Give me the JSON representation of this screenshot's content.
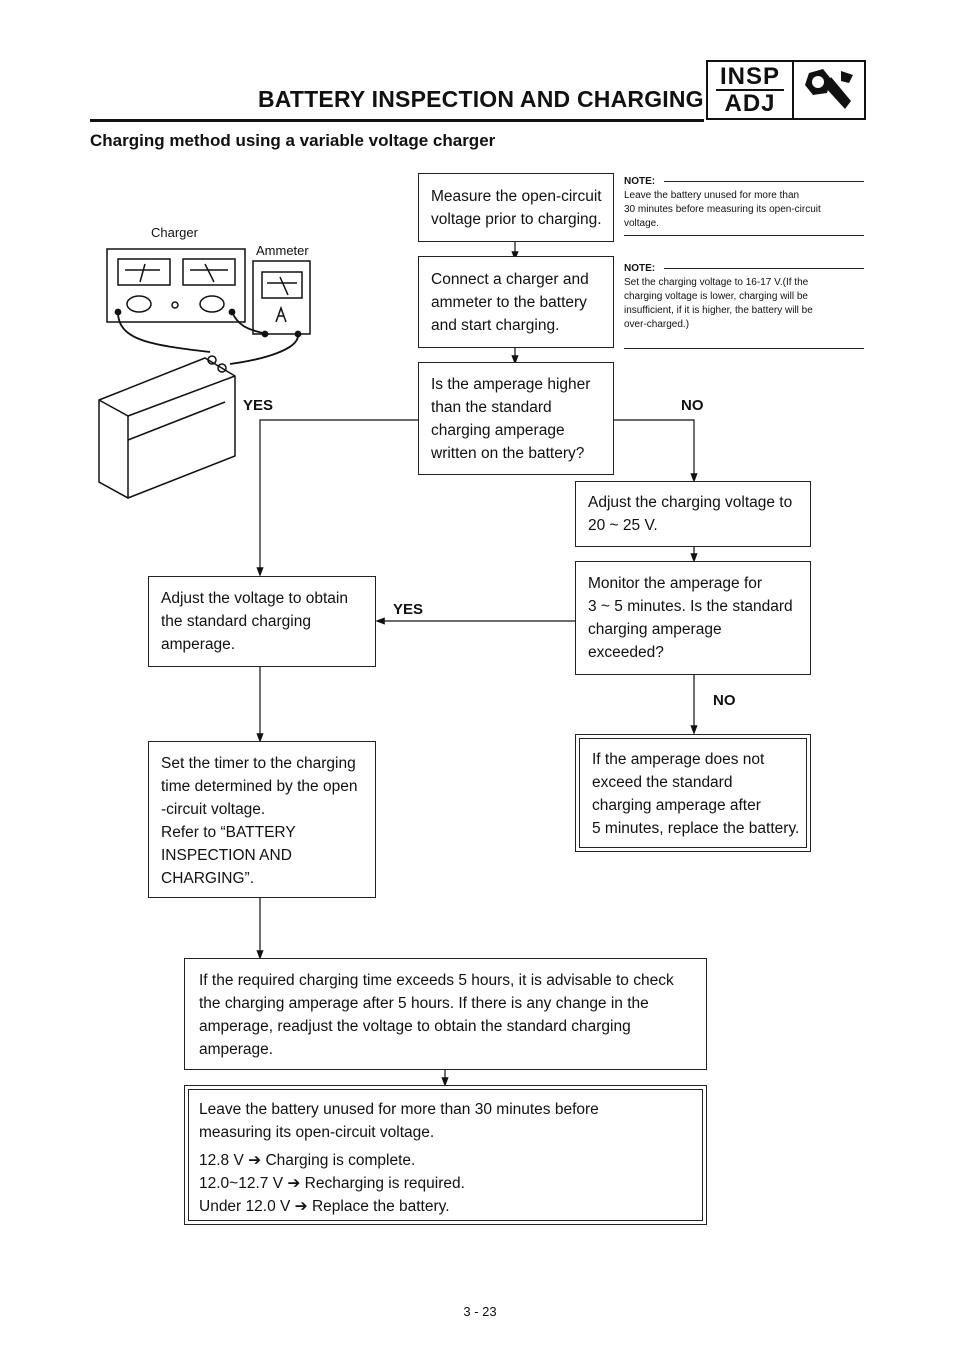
{
  "header": {
    "title": "BATTERY INSPECTION AND CHARGING",
    "badge_top": "INSP",
    "badge_bottom": "ADJ",
    "badge_icon": "wrench-nut-icon"
  },
  "subtitle": "Charging method using a variable voltage charger",
  "figure": {
    "charger_label": "Charger",
    "ammeter_label": "Ammeter"
  },
  "notes": [
    {
      "label": "NOTE:",
      "lines": [
        "Leave the battery unused for more than",
        "30 minutes before measuring its open-circuit",
        "voltage."
      ]
    },
    {
      "label": "NOTE:",
      "lines": [
        "Set the charging voltage to 16-17 V.(If the",
        "charging voltage is lower, charging will be",
        "insufficient, if it is higher, the battery will be",
        "over-charged.)"
      ]
    }
  ],
  "steps": {
    "measure": [
      "Measure the open-circuit",
      "voltage prior to charging."
    ],
    "connect": [
      "Connect a charger and",
      "ammeter to the battery",
      "and start charging."
    ],
    "question1": [
      "Is the amperage higher",
      "than the standard",
      "charging amperage",
      "written on the battery?"
    ],
    "adjust_voltage": [
      "Adjust the charging voltage to",
      "20 ~ 25 V."
    ],
    "monitor": [
      "Monitor the amperage for",
      "3 ~ 5 minutes. Is the standard",
      "charging amperage",
      "exceeded?"
    ],
    "adjust_standard": [
      "Adjust the voltage to obtain",
      "the standard charging",
      "amperage."
    ],
    "replace": [
      "If the amperage does not",
      "exceed the standard",
      "charging amperage after",
      "5 minutes, replace the battery."
    ],
    "timer": [
      "Set the timer to the charging",
      "time determined by the open",
      "-circuit voltage.",
      "Refer to “BATTERY",
      "INSPECTION AND",
      "CHARGING”."
    ],
    "exceeds": [
      "If the required charging time exceeds 5 hours, it is advisable to check",
      "the charging amperage after 5 hours. If there is any change in the",
      "amperage, readjust the voltage to obtain the standard charging",
      "amperage."
    ],
    "leave": [
      "Leave the battery unused for more than 30 minutes before",
      "measuring its open-circuit voltage."
    ],
    "results": [
      {
        "voltage": "12.8 V",
        "arrow": "➔",
        "result": "Charging is complete."
      },
      {
        "voltage": "12.0~12.7 V",
        "arrow": "➔",
        "result": "Recharging is required."
      },
      {
        "voltage": "Under 12.0 V",
        "arrow": "➔",
        "result": "Replace the battery."
      }
    ]
  },
  "branch_labels": {
    "yes1": "YES",
    "no1": "NO",
    "yes2": "YES",
    "no2": "NO"
  },
  "footer": {
    "page_number": "3 - 23"
  }
}
